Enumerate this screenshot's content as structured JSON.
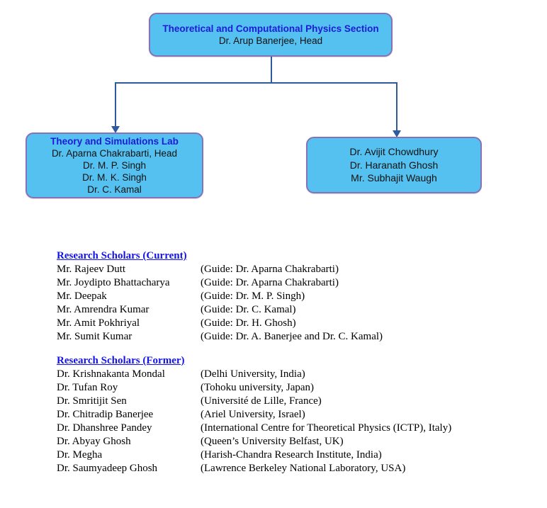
{
  "colors": {
    "box_fill": "#55C1F0",
    "box_border": "#8572B8",
    "connector": "#2F5B9E",
    "box_title": "#1C1CD6",
    "heading": "#1414E8"
  },
  "org_chart": {
    "top_box": {
      "title": "Theoretical and Computational Physics Section",
      "subtitle": "Dr. Arup Banerjee, Head"
    },
    "left_box": {
      "title": "Theory and Simulations Lab",
      "members": [
        "Dr. Aparna Chakrabarti, Head",
        "Dr. M. P. Singh",
        "Dr. M. K. Singh",
        "Dr. C. Kamal"
      ]
    },
    "right_box": {
      "members": [
        "Dr. Avijit Chowdhury",
        "Dr. Haranath Ghosh",
        "Mr. Subhajit Waugh"
      ]
    }
  },
  "scholars": {
    "current": {
      "heading": "Research Scholars (Current)",
      "rows": [
        {
          "name": "Mr. Rajeev Dutt",
          "detail": "(Guide: Dr. Aparna Chakrabarti)"
        },
        {
          "name": "Mr. Joydipto Bhattacharya",
          "detail": "(Guide: Dr. Aparna Chakrabarti)"
        },
        {
          "name": "Mr. Deepak",
          "detail": "(Guide: Dr. M. P. Singh)"
        },
        {
          "name": "Mr. Amrendra Kumar",
          "detail": "(Guide: Dr. C. Kamal)"
        },
        {
          "name": "Mr. Amit Pokhriyal",
          "detail": "(Guide: Dr. H. Ghosh)"
        },
        {
          "name": "Mr. Sumit Kumar",
          "detail": "(Guide: Dr. A. Banerjee and Dr. C. Kamal)"
        }
      ]
    },
    "former": {
      "heading": "Research Scholars (Former)",
      "rows": [
        {
          "name": "Dr. Krishnakanta Mondal",
          "detail": "(Delhi University, India)"
        },
        {
          "name": "Dr. Tufan Roy",
          "detail": "(Tohoku university, Japan)"
        },
        {
          "name": "Dr. Smritijit Sen",
          "detail": "(Université de Lille, France)"
        },
        {
          "name": "Dr. Chitradip Banerjee",
          "detail": "(Ariel University, Israel)"
        },
        {
          "name": "Dr. Dhanshree Pandey",
          "detail": "(International Centre for Theoretical Physics (ICTP), Italy)"
        },
        {
          "name": "Dr. Abyay Ghosh",
          "detail": "(Queen’s University Belfast, UK)"
        },
        {
          "name": "Dr. Megha",
          "detail": "(Harish-Chandra Research Institute, India)"
        },
        {
          "name": "Dr. Saumyadeep Ghosh",
          "detail": "(Lawrence Berkeley National Laboratory, USA)"
        }
      ]
    }
  }
}
